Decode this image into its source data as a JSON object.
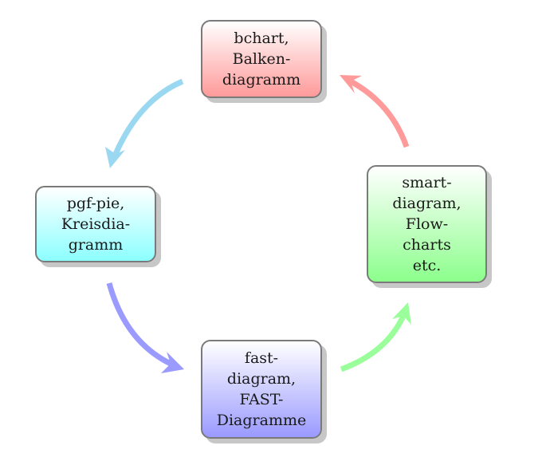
{
  "diagram": {
    "type": "circular-flow",
    "nodes": [
      {
        "id": "bchart",
        "lines": [
          "bchart,",
          "Balken-",
          "diagramm"
        ],
        "color": "#ff9a9a"
      },
      {
        "id": "smart",
        "lines": [
          "smart-",
          "diagram,",
          "Flow-",
          "charts",
          "etc."
        ],
        "color": "#8cff8c"
      },
      {
        "id": "fast",
        "lines": [
          "fast-",
          "diagram,",
          "FAST-",
          "Diagramme"
        ],
        "color": "#9a9aff"
      },
      {
        "id": "pie",
        "lines": [
          "pgf-pie,",
          "Kreisdia-",
          "gramm"
        ],
        "color": "#8cffff"
      }
    ],
    "arrows": [
      {
        "from": "smart",
        "to": "bchart",
        "color": "#ff9a9a"
      },
      {
        "from": "bchart",
        "to": "pie",
        "color": "#9ad8f2"
      },
      {
        "from": "pie",
        "to": "fast",
        "color": "#9a9aff"
      },
      {
        "from": "fast",
        "to": "smart",
        "color": "#9aff9a"
      }
    ]
  }
}
